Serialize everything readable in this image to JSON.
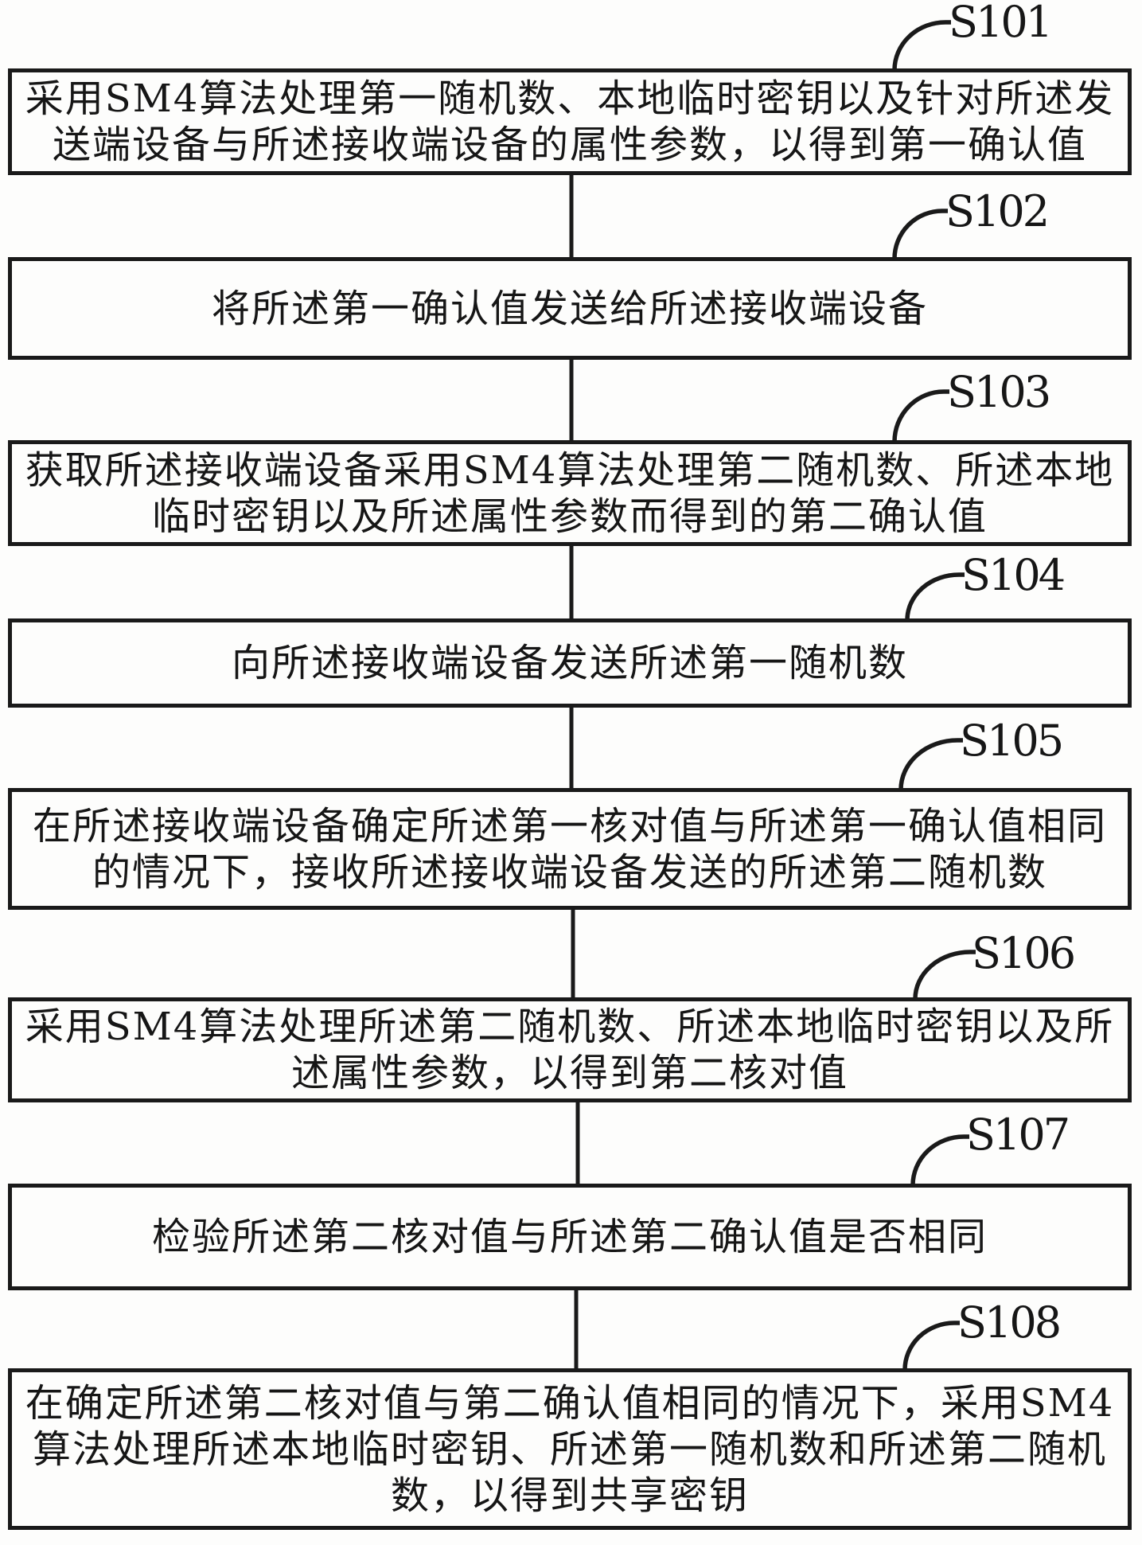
{
  "figure": {
    "background_color": "#fdfdfc",
    "line_color": "#1a1a1a",
    "type": "flowchart",
    "direction": "top-down"
  },
  "steps": [
    {
      "label": "S101",
      "lines": [
        "采用SM4算法处理第一随机数、本地临时密钥以及针对所述发",
        "送端设备与所述接收端设备的属性参数，以得到第一确认值"
      ]
    },
    {
      "label": "S102",
      "lines": [
        "将所述第一确认值发送给所述接收端设备"
      ]
    },
    {
      "label": "S103",
      "lines": [
        "获取所述接收端设备采用SM4算法处理第二随机数、所述本地",
        "临时密钥以及所述属性参数而得到的第二确认值"
      ]
    },
    {
      "label": "S104",
      "lines": [
        "向所述接收端设备发送所述第一随机数"
      ]
    },
    {
      "label": "S105",
      "lines": [
        "在所述接收端设备确定所述第一核对值与所述第一确认值相同",
        "的情况下，接收所述接收端设备发送的所述第二随机数"
      ]
    },
    {
      "label": "S106",
      "lines": [
        "采用SM4算法处理所述第二随机数、所述本地临时密钥以及所",
        "述属性参数，以得到第二核对值"
      ]
    },
    {
      "label": "S107",
      "lines": [
        "检验所述第二核对值与所述第二确认值是否相同"
      ]
    },
    {
      "label": "S108",
      "lines": [
        "在确定所述第二核对值与第二确认值相同的情况下，采用SM4",
        "算法处理所述本地临时密钥、所述第一随机数和所述第二随机",
        "数，以得到共享密钥"
      ]
    }
  ]
}
